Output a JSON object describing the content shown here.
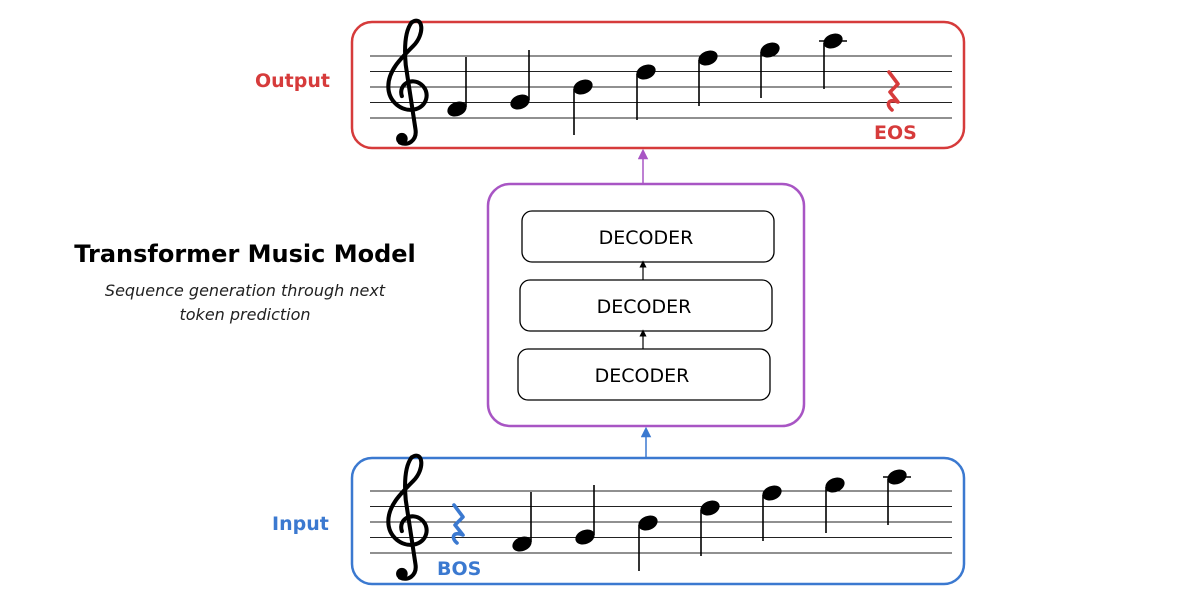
{
  "title": "Transformer Music Model",
  "subtitle": "Sequence generation through next token prediction",
  "output_label": "Output",
  "input_label": "Input",
  "eos_label": "EOS",
  "bos_label": "BOS",
  "decoder_labels": [
    "DECODER",
    "DECODER",
    "DECODER"
  ],
  "colors": {
    "output": "#d63b3b",
    "input": "#3b79d0",
    "model": "#a855c4",
    "notes": "#000000"
  },
  "icons": {
    "clef": "treble-clef-icon",
    "rest": "quarter-rest-icon"
  }
}
